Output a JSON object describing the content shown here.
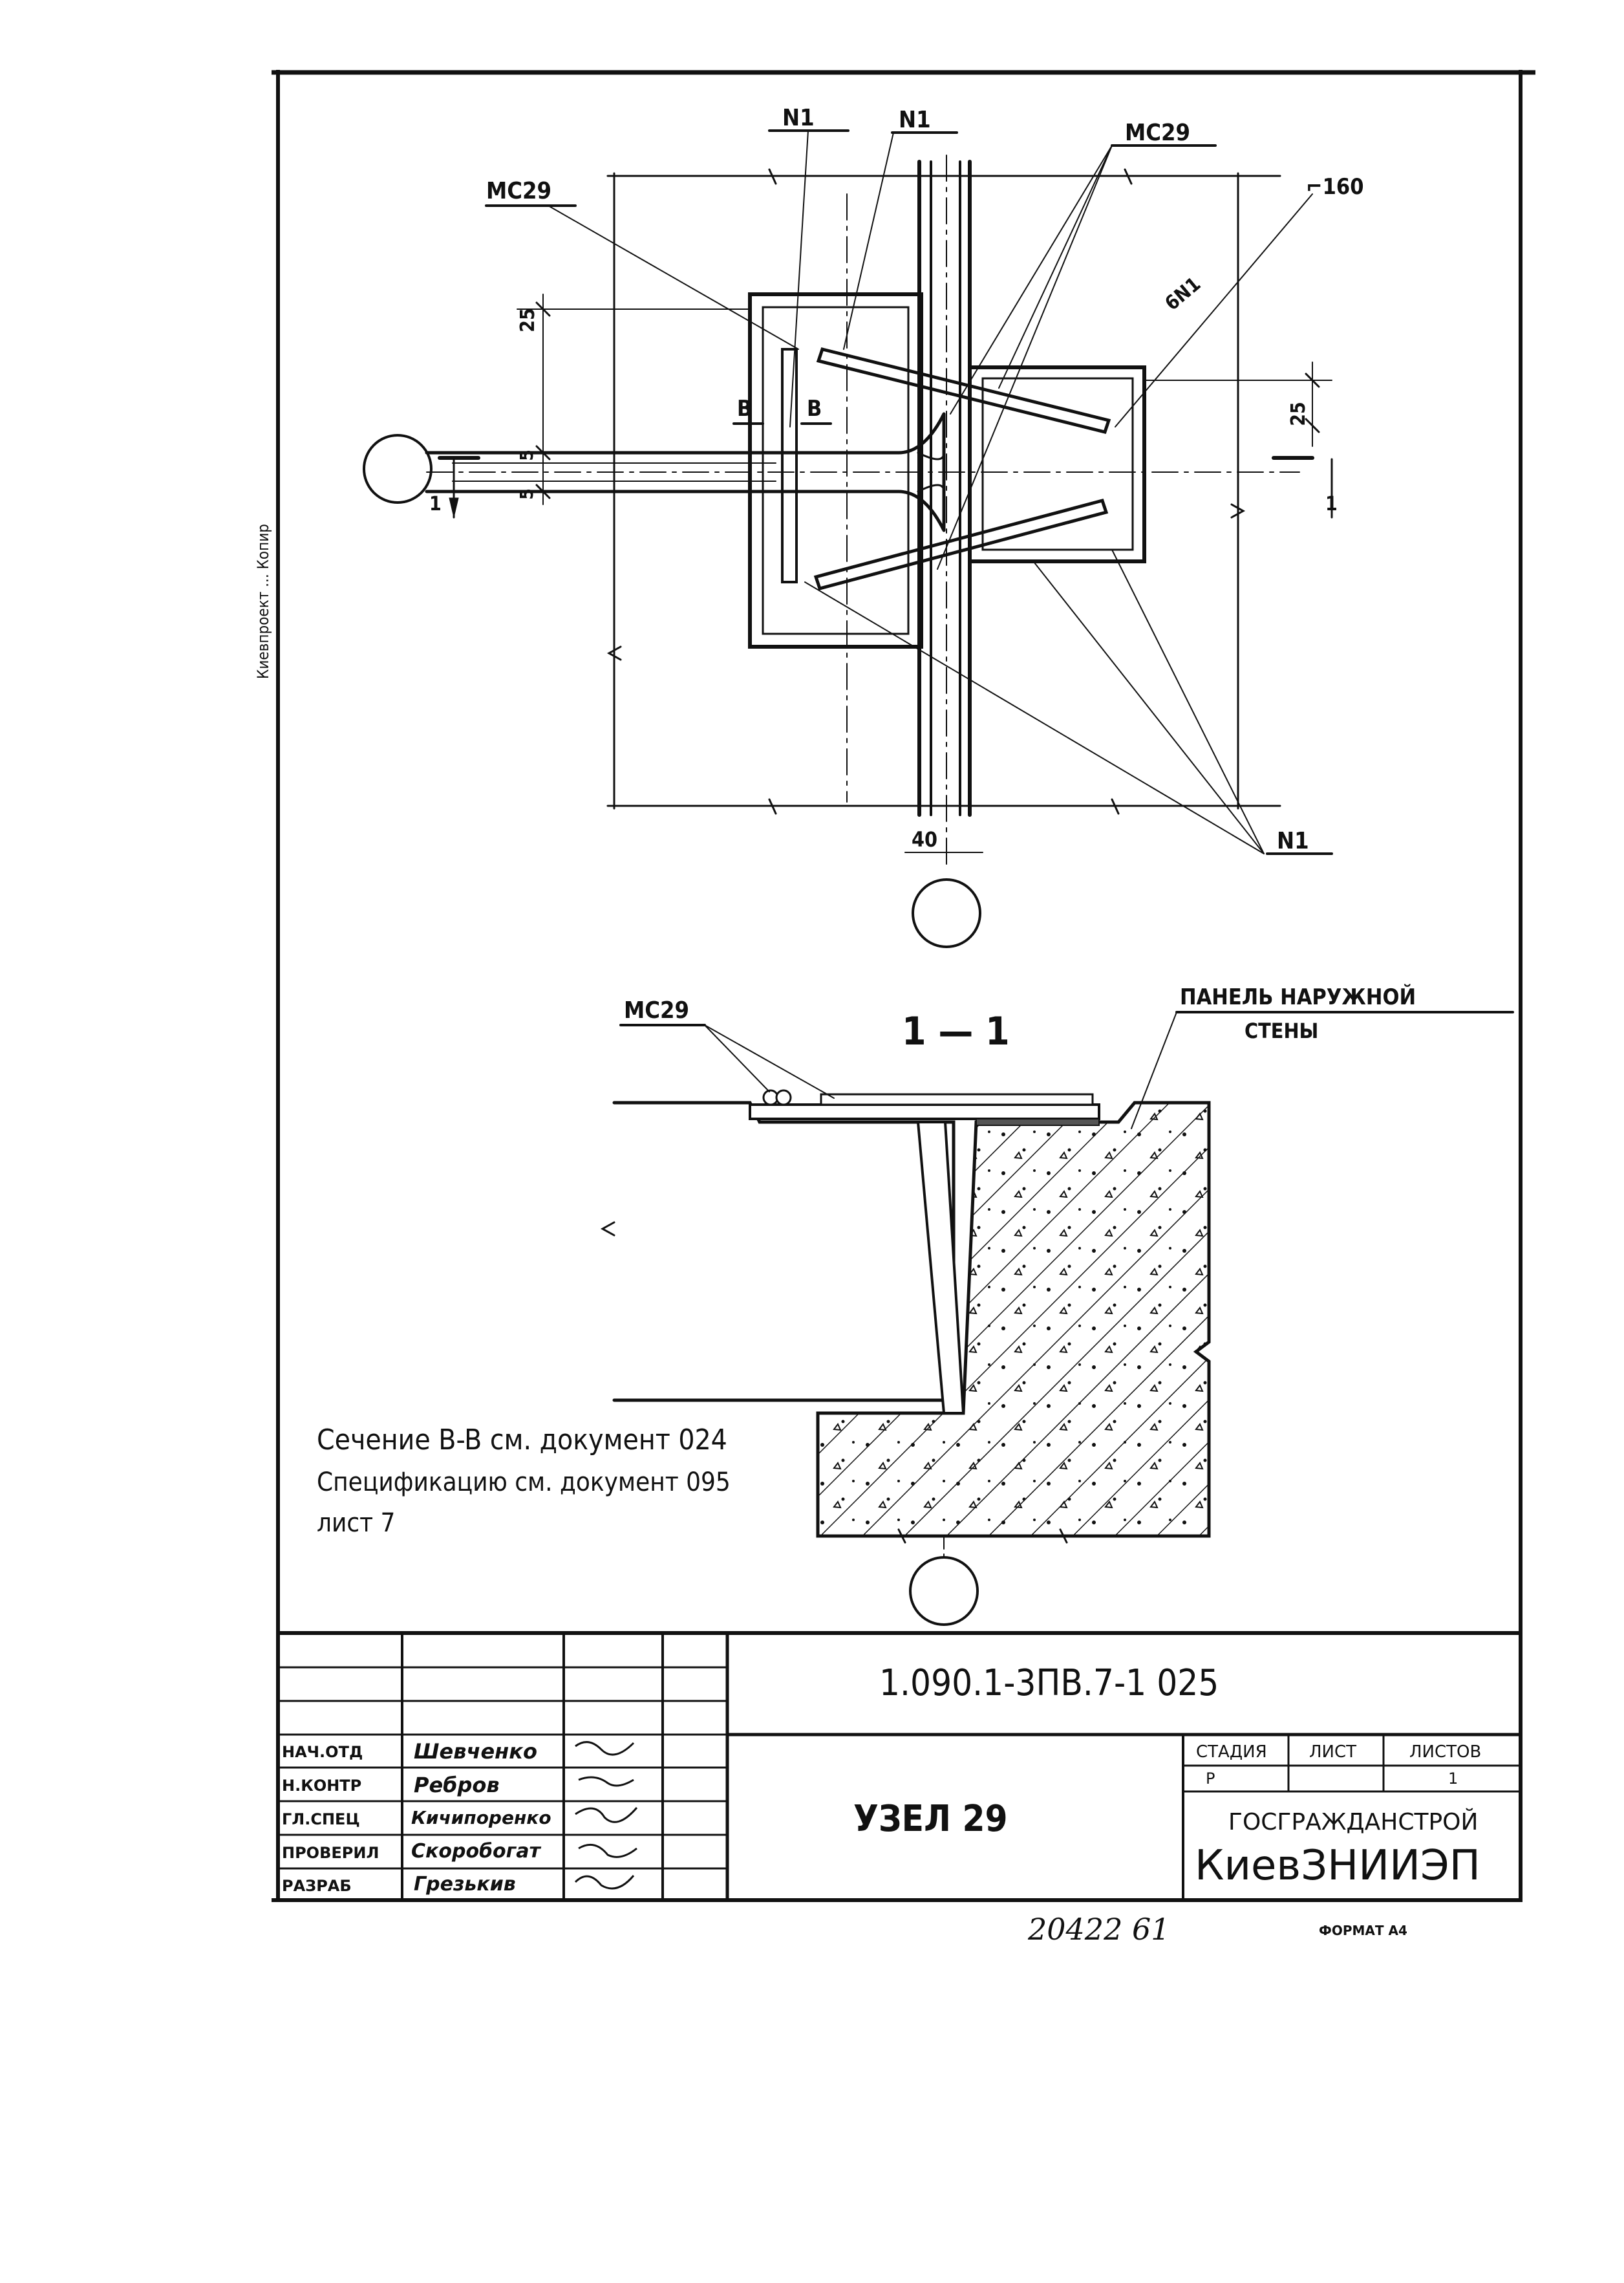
{
  "drawing": {
    "side_stamp": "Киевпроект ... Копир",
    "labels": {
      "n1_top_a": "N1",
      "n1_top_b": "N1",
      "mc29_top_right": "MC29",
      "mc29_top_left": "MC29",
      "angle_160": "⌐160",
      "six_n1": "6N1",
      "dim_25_left": "25",
      "dim_5_a": "5",
      "dim_5_b": "5",
      "dim_25_right": "25",
      "section_mark_b1": "B",
      "section_mark_b2": "B",
      "cut_mark_left": "1",
      "cut_mark_right": "1",
      "dim_40": "40",
      "n1_bottom": "N1",
      "section_title": "1 — 1",
      "mc29_section": "MC29",
      "panel_label_line1": "ПАНЕЛЬ НАРУЖНОЙ",
      "panel_label_line2": "СТЕНЫ"
    },
    "notes": [
      "Сечение B-B  см. документ 024",
      "Спецификацию  см. документ 095",
      "лист 7"
    ]
  },
  "title_block": {
    "doc_code": "1.090.1-3ПВ.7-1   025",
    "node_title": "УЗЕЛ 29",
    "roles": [
      {
        "role": "НАЧ.ОТД",
        "name": "Шевченко"
      },
      {
        "role": "Н.КОНТР",
        "name": "Ребров"
      },
      {
        "role": "ГЛ.СПЕЦ",
        "name": "Кичипоренко"
      },
      {
        "role": "ПРОВЕРИЛ",
        "name": "Скоробогат"
      },
      {
        "role": "РАЗРАБ",
        "name": "Грезькив"
      }
    ],
    "stage_header": "СТАДИЯ",
    "sheet_header": "ЛИСТ",
    "sheets_header": "ЛИСТОВ",
    "stage_value": "Р",
    "sheets_value": "1",
    "org_line1": "ГОСГРАЖДАНСТРОЙ",
    "org_line2": "КиевЗНИИЭП"
  },
  "footer": {
    "archive_number": "20422   61",
    "format": "ФОРМАТ А4"
  }
}
